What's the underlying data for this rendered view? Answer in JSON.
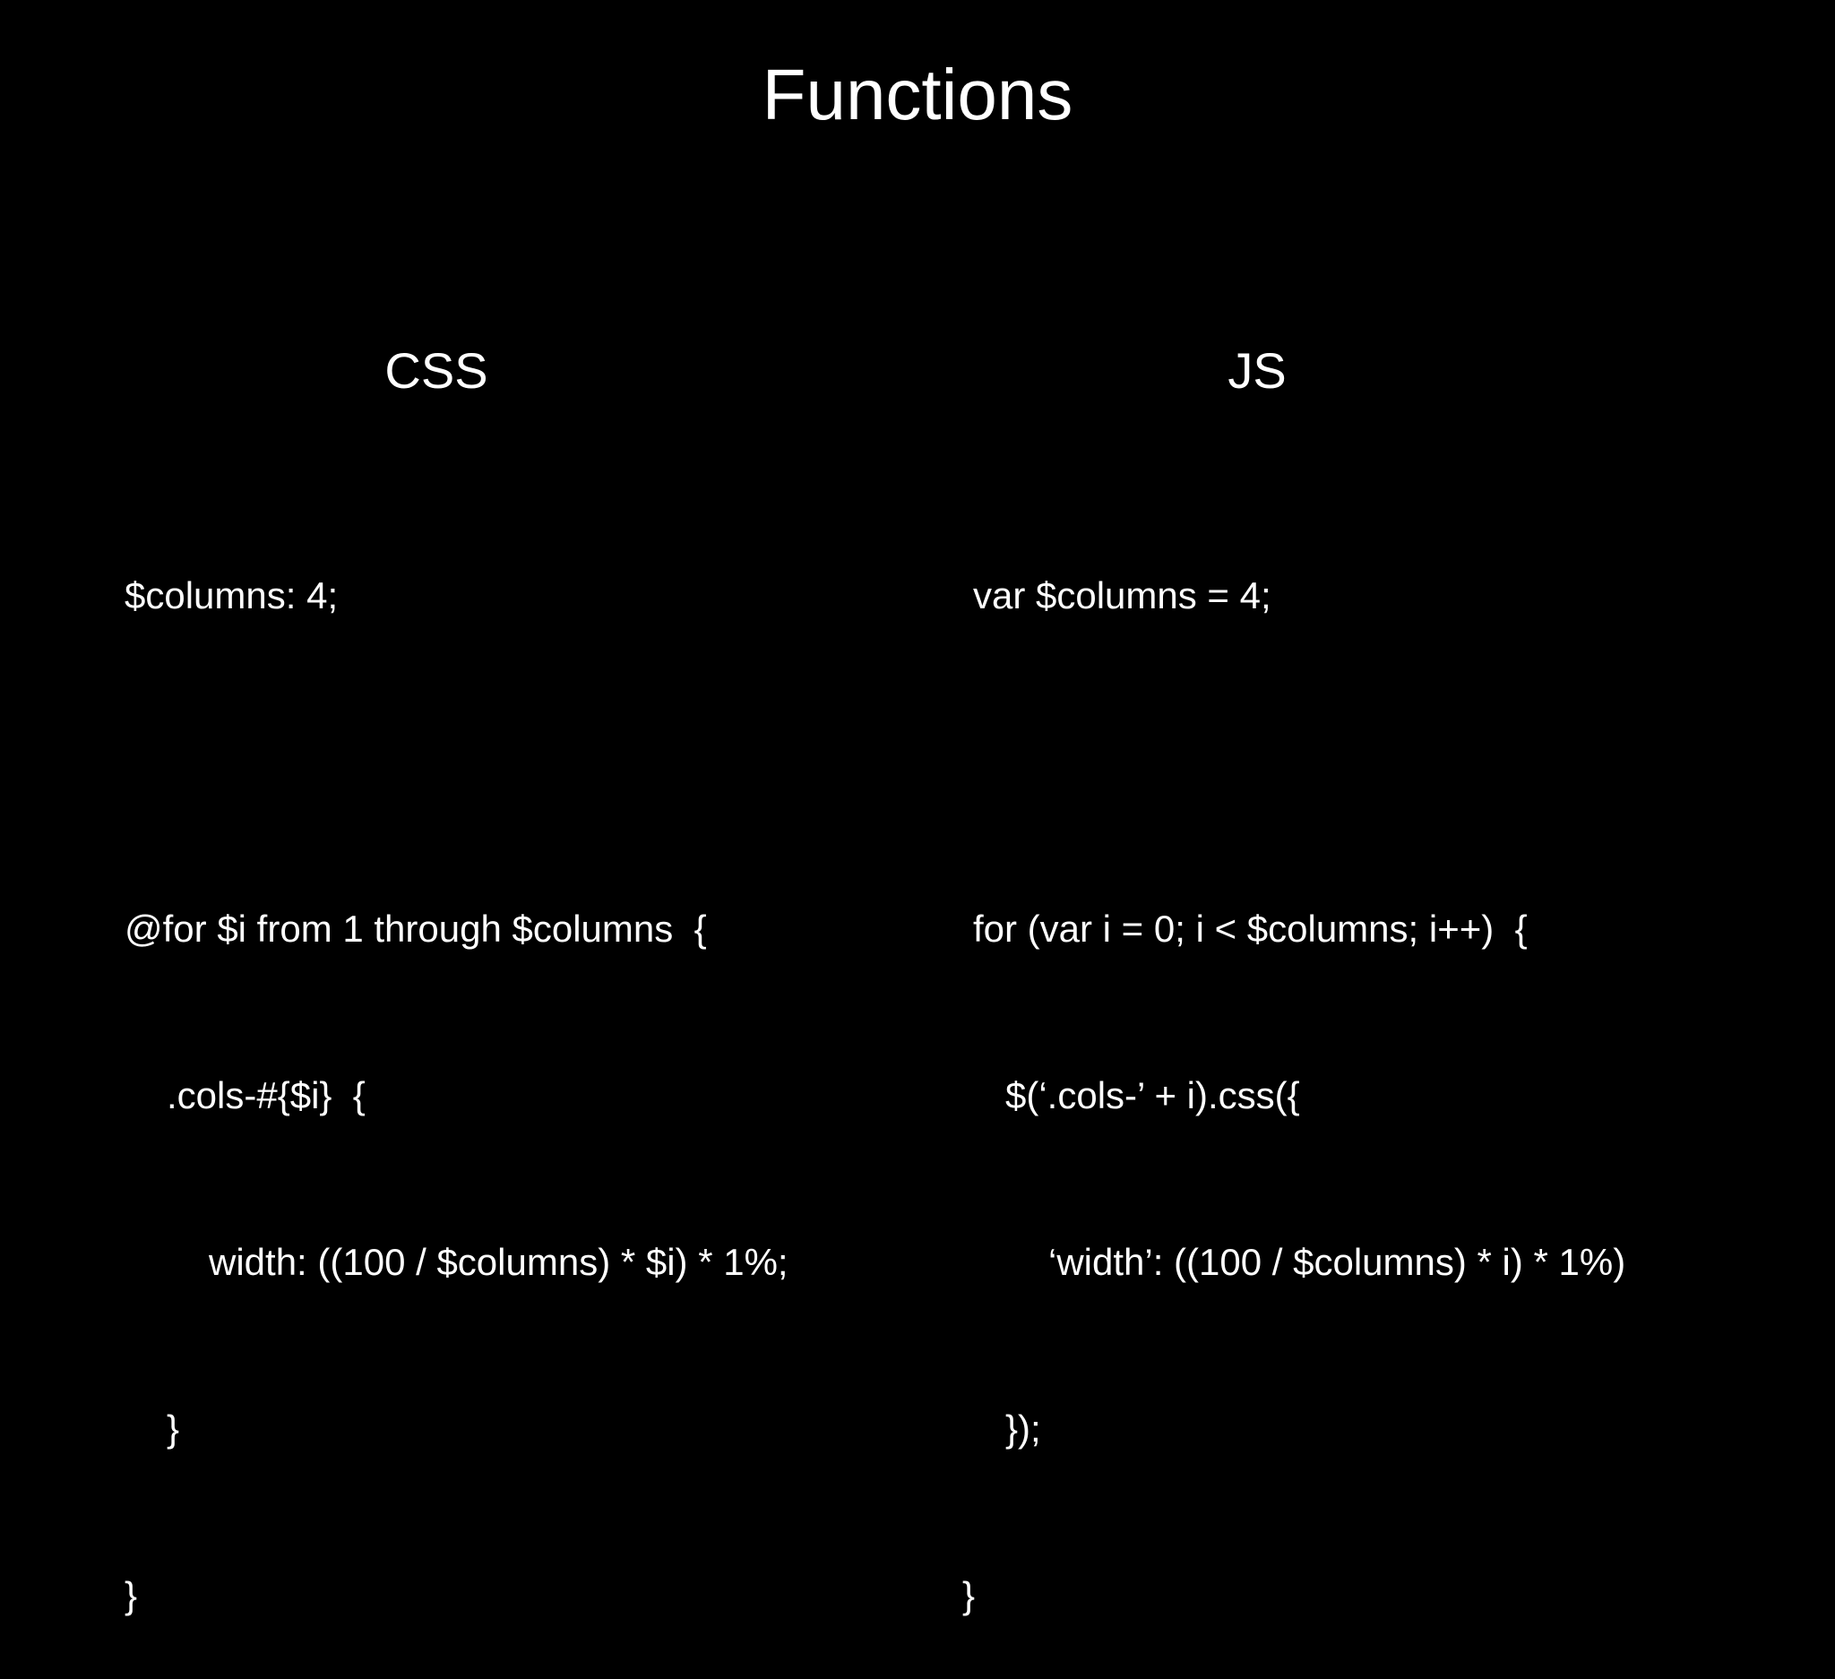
{
  "title": "Functions",
  "css": {
    "heading": "CSS",
    "lines": [
      "$columns: 4;",
      "",
      "@for $i from 1 through $columns  {",
      ".cols-#{$i}  {",
      "width: ((100 / $columns) * $i) * 1%;",
      "}",
      "}"
    ]
  },
  "js": {
    "heading": "JS",
    "lines": [
      "var $columns = 4;",
      "",
      "for (var i = 0; i < $columns; i++)  {",
      "$(‘.cols-’ + i).css({",
      "‘width’: ((100 / $columns) * i) * 1%)",
      "});",
      "}"
    ]
  }
}
